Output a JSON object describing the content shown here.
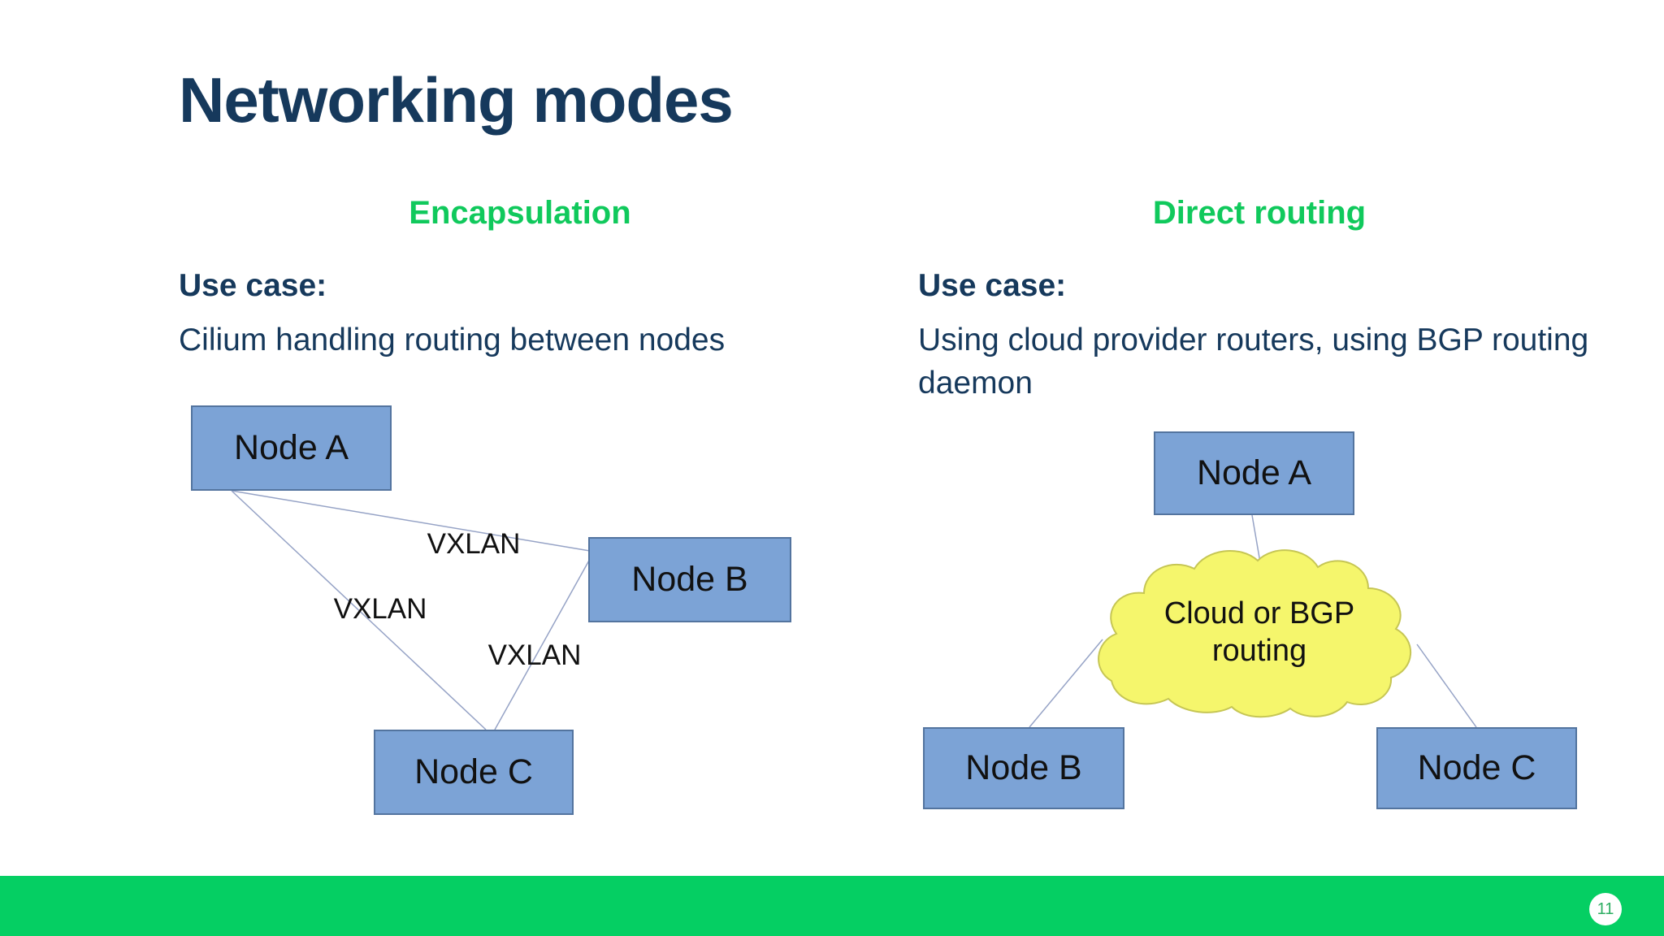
{
  "slide": {
    "title": "Networking modes"
  },
  "columns": {
    "left": {
      "header": "Encapsulation",
      "use_case_label": "Use case:",
      "description": "Cilium handling routing between nodes"
    },
    "right": {
      "header": "Direct routing",
      "use_case_label": "Use case:",
      "description": "Using cloud provider routers, using BGP routing daemon"
    }
  },
  "left_diagram": {
    "nodes": [
      {
        "label": "Node A"
      },
      {
        "label": "Node B"
      },
      {
        "label": "Node C"
      }
    ],
    "edges": [
      {
        "label": "VXLAN",
        "between": "Node A - Node B"
      },
      {
        "label": "VXLAN",
        "between": "Node A - Node C"
      },
      {
        "label": "VXLAN",
        "between": "Node B - Node C"
      }
    ]
  },
  "right_diagram": {
    "nodes": [
      {
        "label": "Node A"
      },
      {
        "label": "Node B"
      },
      {
        "label": "Node C"
      }
    ],
    "cloud": {
      "line1": "Cloud or BGP",
      "line2": "routing"
    }
  },
  "footer": {
    "page_number": "11"
  },
  "colors": {
    "navy": "#16395c",
    "green-header": "#10c95c",
    "green-bar": "#05cf63",
    "badge-green": "#2fae63",
    "node-fill": "#7ca3d6",
    "node-border": "#53749f",
    "cloud-fill": "#f5f66c",
    "cloud-border": "#c6c654",
    "line": "#96a3c6",
    "diagram-text": "#111111"
  }
}
